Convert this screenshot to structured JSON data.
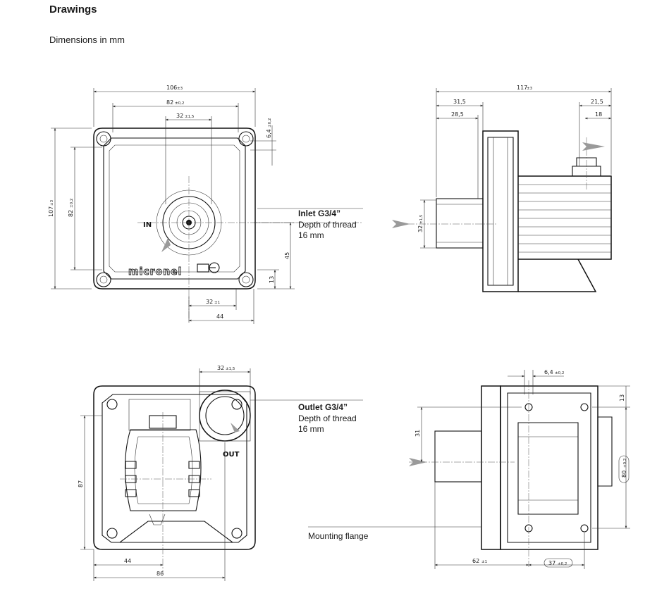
{
  "heading": "Drawings",
  "subheading": "Dimensions in mm",
  "front_view": {
    "dims": {
      "overall_width": "106",
      "overall_width_tol": "±3",
      "hole_spacing": "82",
      "hole_spacing_tol": "±0,2",
      "inlet_dia": "32",
      "inlet_dia_tol": "±1,5",
      "hole_offset": "6,4",
      "hole_offset_tol": "±0,2",
      "overall_height": "107",
      "overall_height_tol": "±3",
      "hole_spacing_v": "82",
      "hole_spacing_v_tol": "±0,2",
      "inlet_height": "45",
      "base_height": "13",
      "inlet_offset": "32",
      "inlet_offset_tol": "±1",
      "inlet_to_side": "44"
    },
    "port_label": "IN",
    "brand": "micronel",
    "callout": {
      "title": "Inlet G3/4”",
      "line1": "Depth of thread",
      "line2": "16 mm"
    }
  },
  "side_view": {
    "dims": {
      "overall_length": "117",
      "overall_length_tol": "±3",
      "flange_front": "31,5",
      "inlet_depth": "28,5",
      "outlet_offset": "21,5",
      "outlet_inner": "18",
      "inlet_dia": "32",
      "inlet_dia_tol": "±1,5"
    }
  },
  "bottom_view": {
    "dims": {
      "outlet_dia": "32",
      "outlet_dia_tol": "±1,5",
      "height": "87",
      "offset": "44",
      "width": "86"
    },
    "port_label": "OUT",
    "callout": {
      "title": "Outlet G3/4”",
      "line1": "Depth of thread",
      "line2": "16 mm"
    }
  },
  "rear_view": {
    "dims": {
      "hole_dia": "6,4",
      "hole_dia_tol": "±0,2",
      "top_offset": "13",
      "inlet_height": "31",
      "hole_spacing": "80",
      "hole_spacing_tol": "±0,2",
      "length": "62",
      "length_tol": "±1",
      "flange_spacing": "37",
      "flange_spacing_tol": "±0,2"
    },
    "callout": "Mounting flange"
  }
}
